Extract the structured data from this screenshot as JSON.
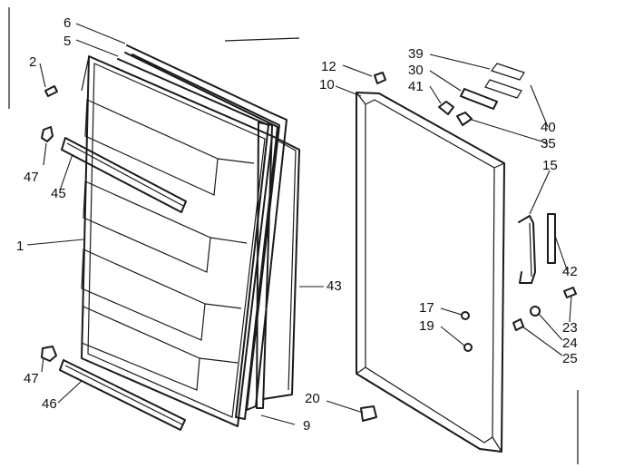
{
  "callouts": {
    "c1": "1",
    "c2": "2",
    "c5": "5",
    "c6": "6",
    "c9": "9",
    "c10": "10",
    "c12": "12",
    "c15": "15",
    "c17": "17",
    "c19": "19",
    "c20": "20",
    "c23": "23",
    "c24": "24",
    "c25": "25",
    "c30": "30",
    "c35": "35",
    "c39": "39",
    "c40": "40",
    "c41": "41",
    "c42": "42",
    "c43": "43",
    "c45": "45",
    "c46": "46",
    "c47a": "47",
    "c47b": "47"
  }
}
